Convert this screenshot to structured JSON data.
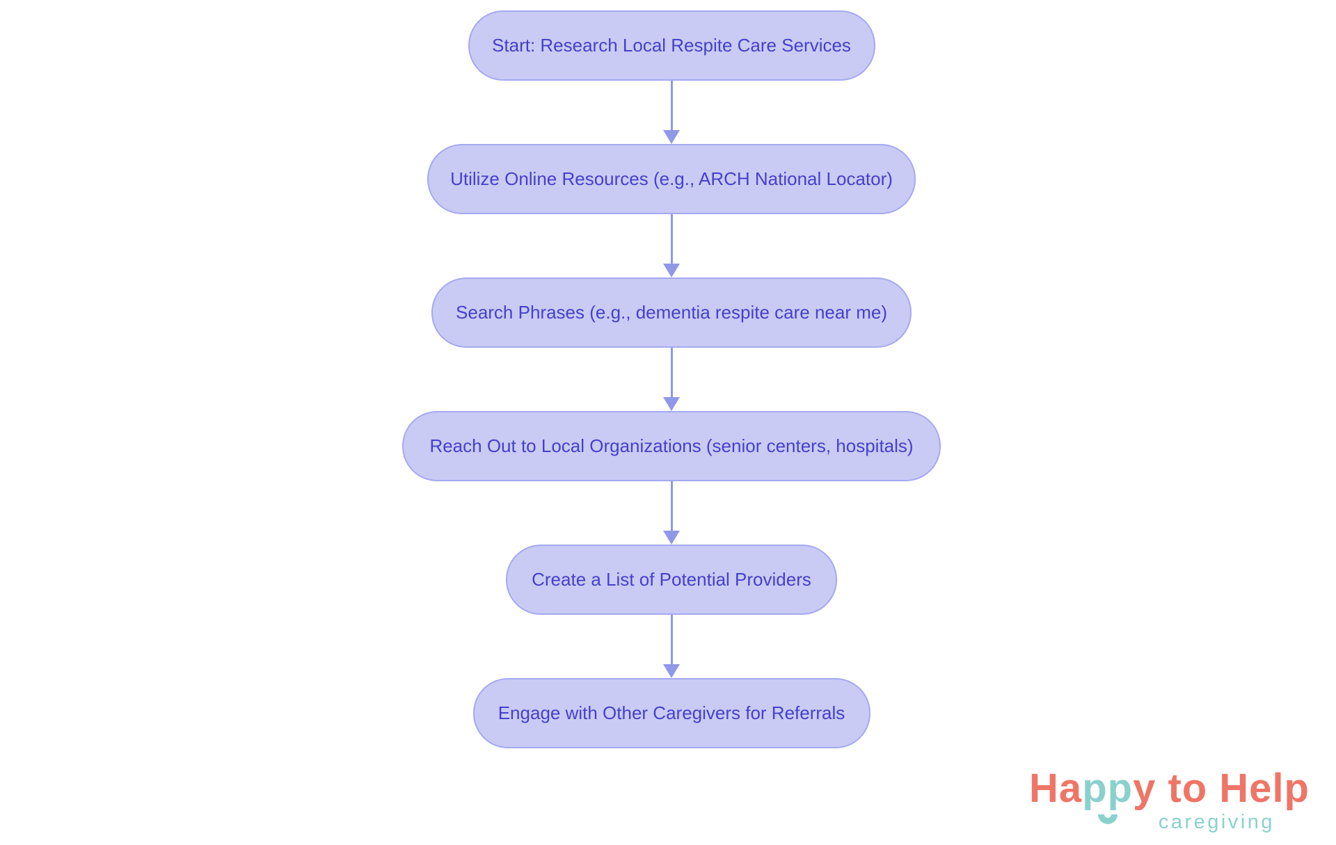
{
  "colors": {
    "background": "#FFFFFF",
    "node_fill": "#C9CBF5",
    "node_border": "#A5A9F0",
    "node_text": "#4540CB",
    "arrow": "#9098E9",
    "logo_coral": "#EF7566",
    "logo_teal": "#8AD1CE"
  },
  "flowchart": {
    "type": "flowchart",
    "direction": "top-to-bottom",
    "nodes": [
      {
        "id": 0,
        "label": "Start: Research Local Respite Care Services"
      },
      {
        "id": 1,
        "label": "Utilize Online Resources (e.g., ARCH National Locator)"
      },
      {
        "id": 2,
        "label": "Search Phrases (e.g., dementia respite care near me)"
      },
      {
        "id": 3,
        "label": "Reach Out to Local Organizations (senior centers, hospitals)"
      },
      {
        "id": 4,
        "label": "Create a List of Potential Providers"
      },
      {
        "id": 5,
        "label": "Engage with Other Caregivers for Referrals"
      }
    ],
    "edges": [
      [
        0,
        1
      ],
      [
        1,
        2
      ],
      [
        2,
        3
      ],
      [
        3,
        4
      ],
      [
        4,
        5
      ]
    ]
  },
  "logo": {
    "brand_ha": "Ha",
    "brand_pp": "pp",
    "brand_y": "y",
    "brand_rest": " to Help",
    "subtitle": "caregiving"
  }
}
